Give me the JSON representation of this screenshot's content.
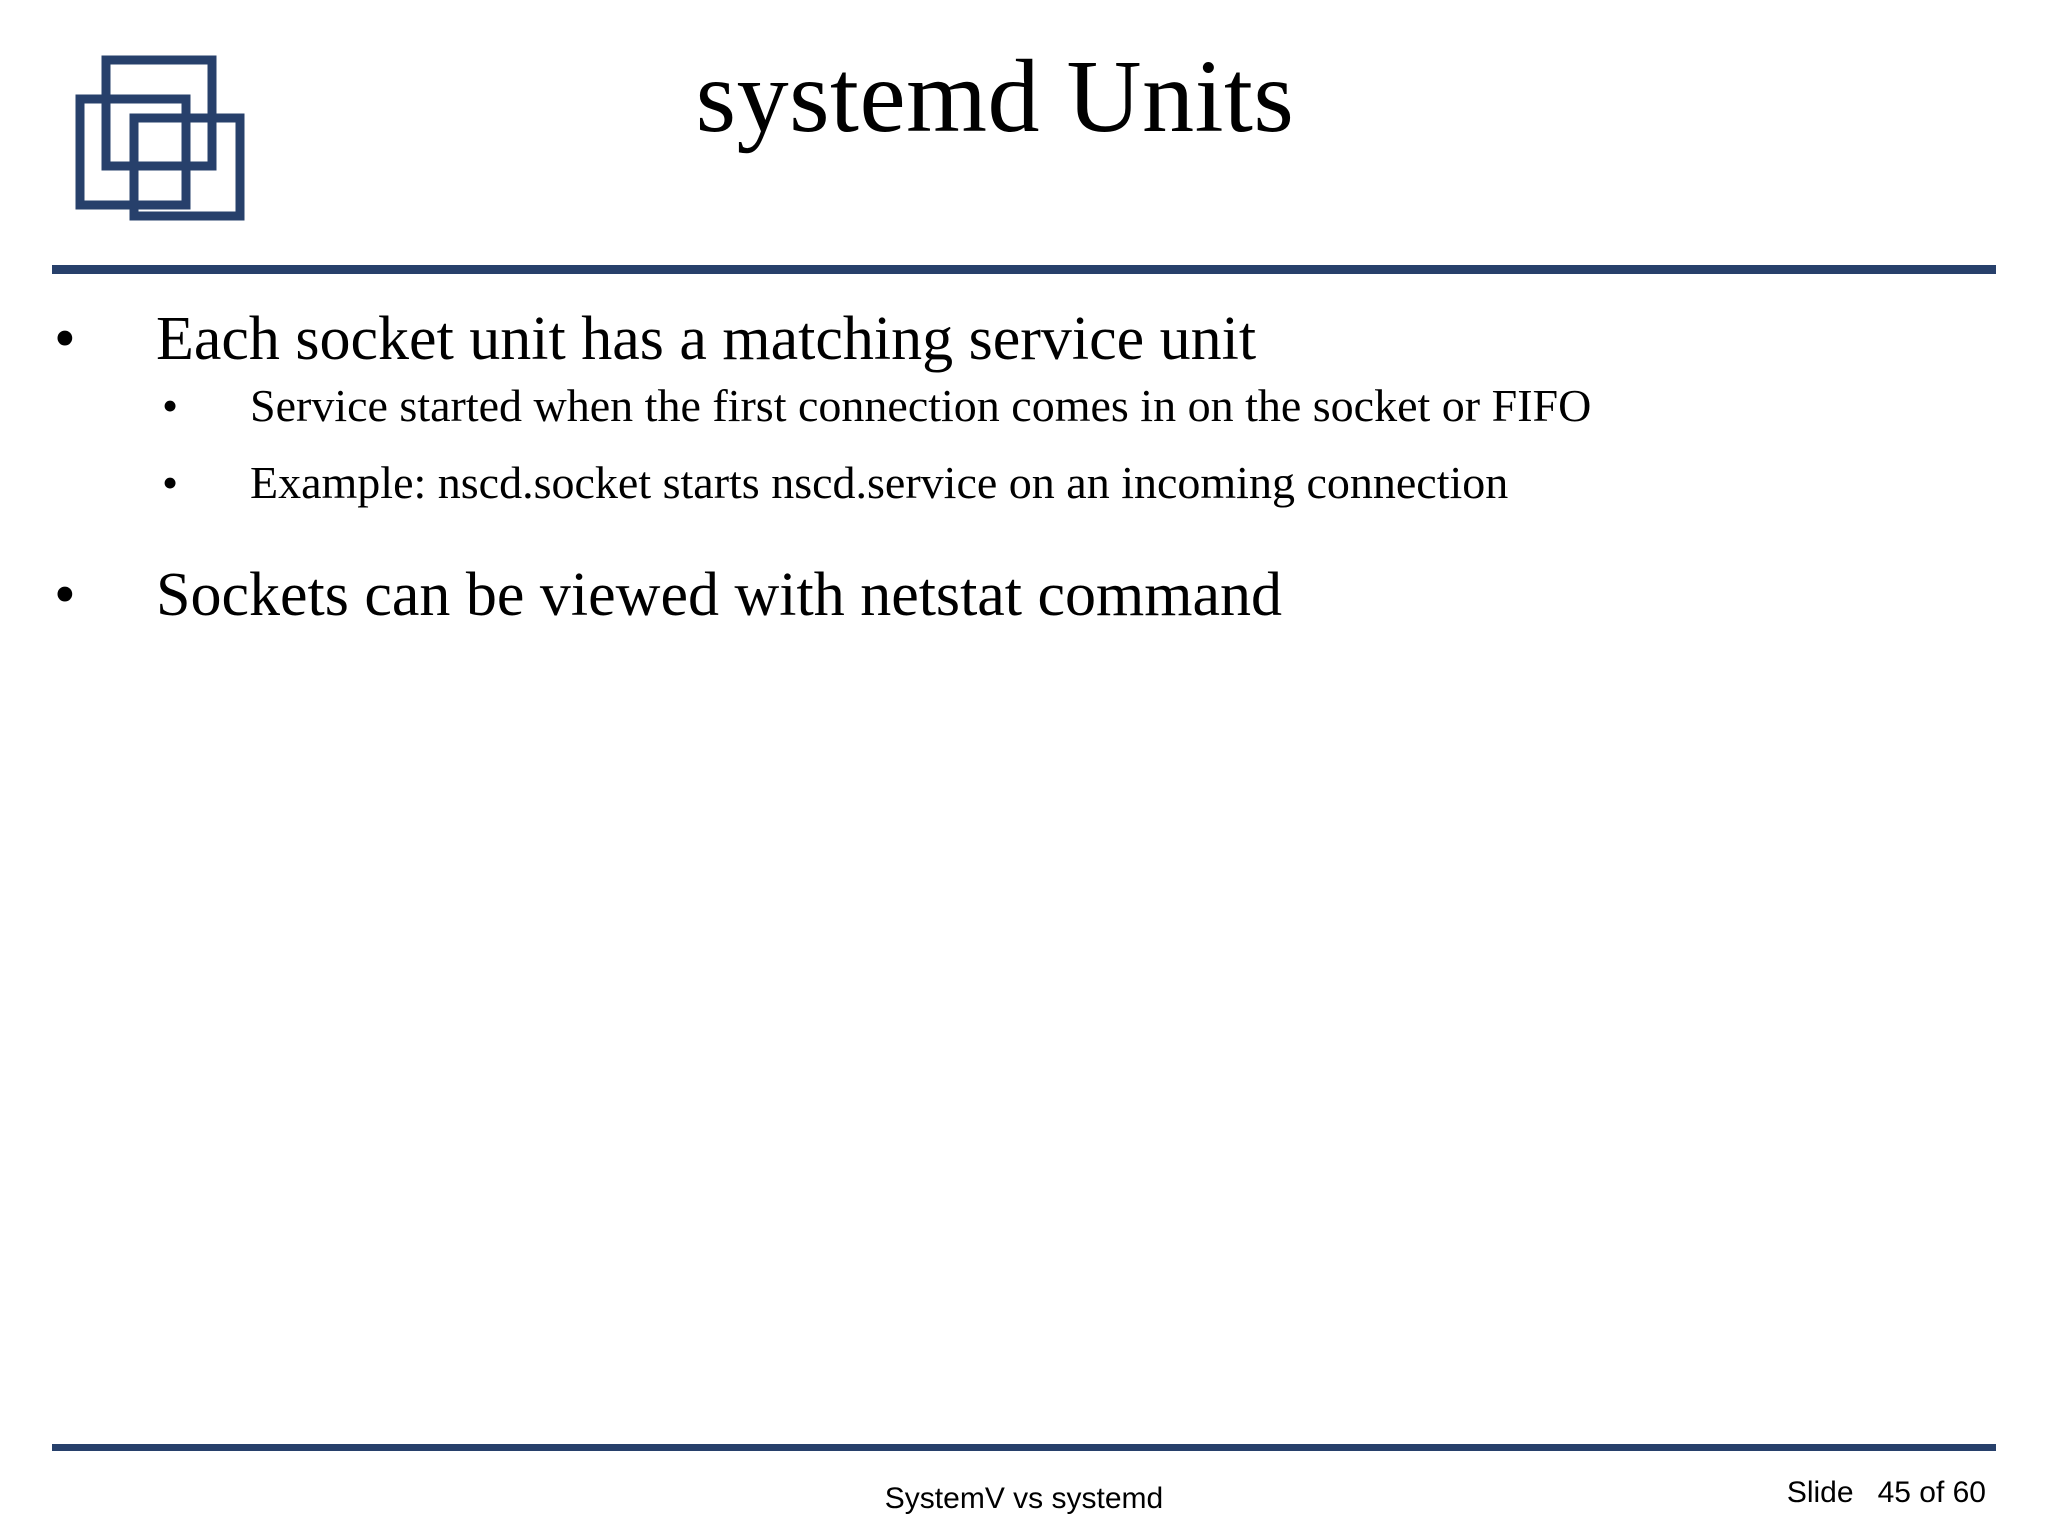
{
  "theme": {
    "accent_color": "#27406b",
    "text_color": "#000000",
    "background_color": "#ffffff"
  },
  "logo": {
    "name": "three-overlapping-squares-logo",
    "color": "#27406b"
  },
  "header": {
    "title": "systemd Units"
  },
  "body": {
    "bullets": [
      {
        "level": 1,
        "marker": "•",
        "text": "Each socket unit has a matching service unit"
      },
      {
        "level": 2,
        "marker": "•",
        "text": "Service started when the first connection comes in on the socket or FIFO"
      },
      {
        "level": 2,
        "marker": "•",
        "text": "Example: nscd.socket starts nscd.service on an incoming connection"
      },
      {
        "level": 1,
        "marker": "•",
        "text": "Sockets can be viewed with netstat command"
      }
    ]
  },
  "footer": {
    "center_text": "SystemV vs systemd",
    "slide_label": "Slide",
    "slide_number": "45 of 60"
  }
}
